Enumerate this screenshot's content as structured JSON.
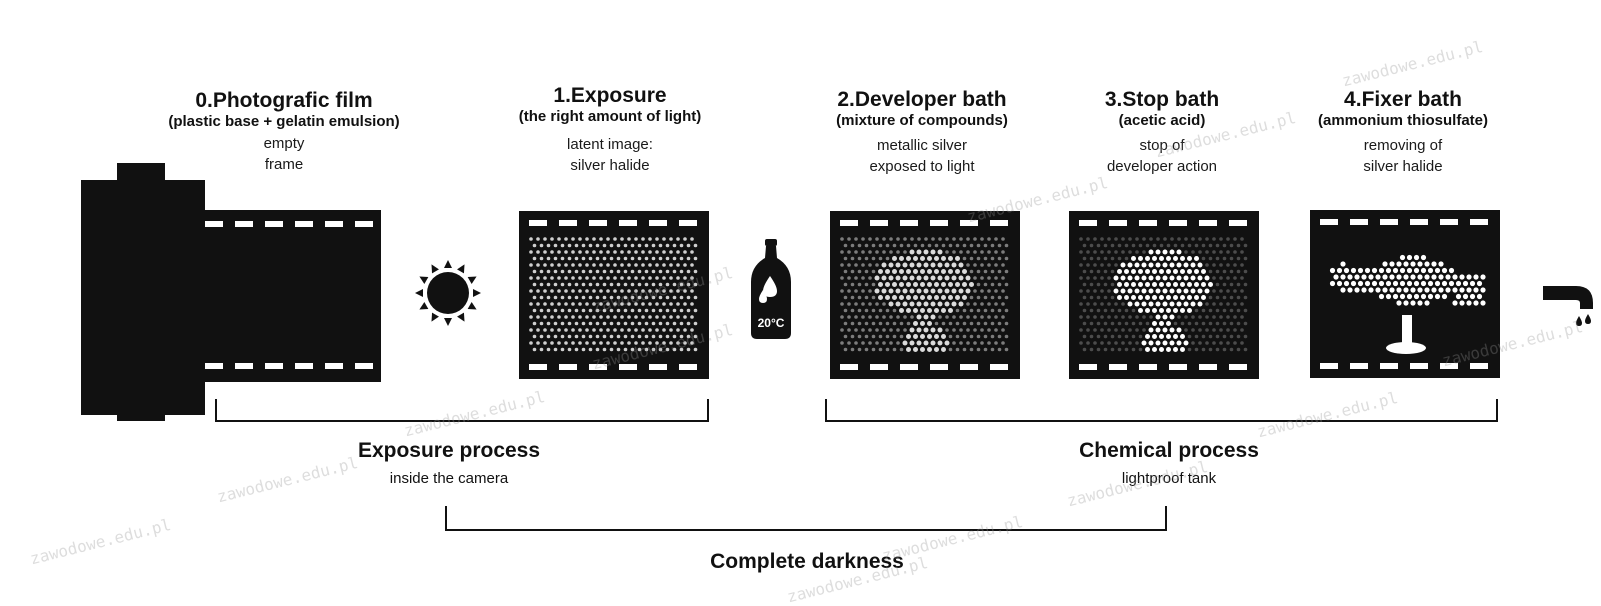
{
  "stages": [
    {
      "title": "0.Photografic film",
      "subtitle": "(plastic base + gelatin emulsion)",
      "desc1": "empty",
      "desc2": "frame"
    },
    {
      "title": "1.Exposure",
      "subtitle": "(the right amount of light)",
      "desc1": "latent image:",
      "desc2": "silver halide"
    },
    {
      "title": "2.Developer bath",
      "subtitle": "(mixture of compounds)",
      "desc1": "metallic silver",
      "desc2": "exposed to light"
    },
    {
      "title": "3.Stop bath",
      "subtitle": "(acetic acid)",
      "desc1": "stop of",
      "desc2": "developer action"
    },
    {
      "title": "4.Fixer bath",
      "subtitle": "(ammonium thiosulfate)",
      "desc1": "removing of",
      "desc2": "silver halide"
    }
  ],
  "processes": {
    "exposure": {
      "title": "Exposure process",
      "desc": "inside the camera"
    },
    "chemical": {
      "title": "Chemical process",
      "desc": "lightproof tank"
    },
    "darkness": {
      "title": "Complete darkness"
    }
  },
  "bottle_label": "20°C",
  "watermark": "zawodowe.edu.pl",
  "icons": {
    "sun": "sun-icon",
    "bottle": "bottle-icon",
    "tap": "water-tap-icon",
    "cassette": "film-cassette-icon"
  },
  "colors": {
    "ink": "#111111",
    "hole": "#ffffff",
    "watermark": "#969696"
  }
}
